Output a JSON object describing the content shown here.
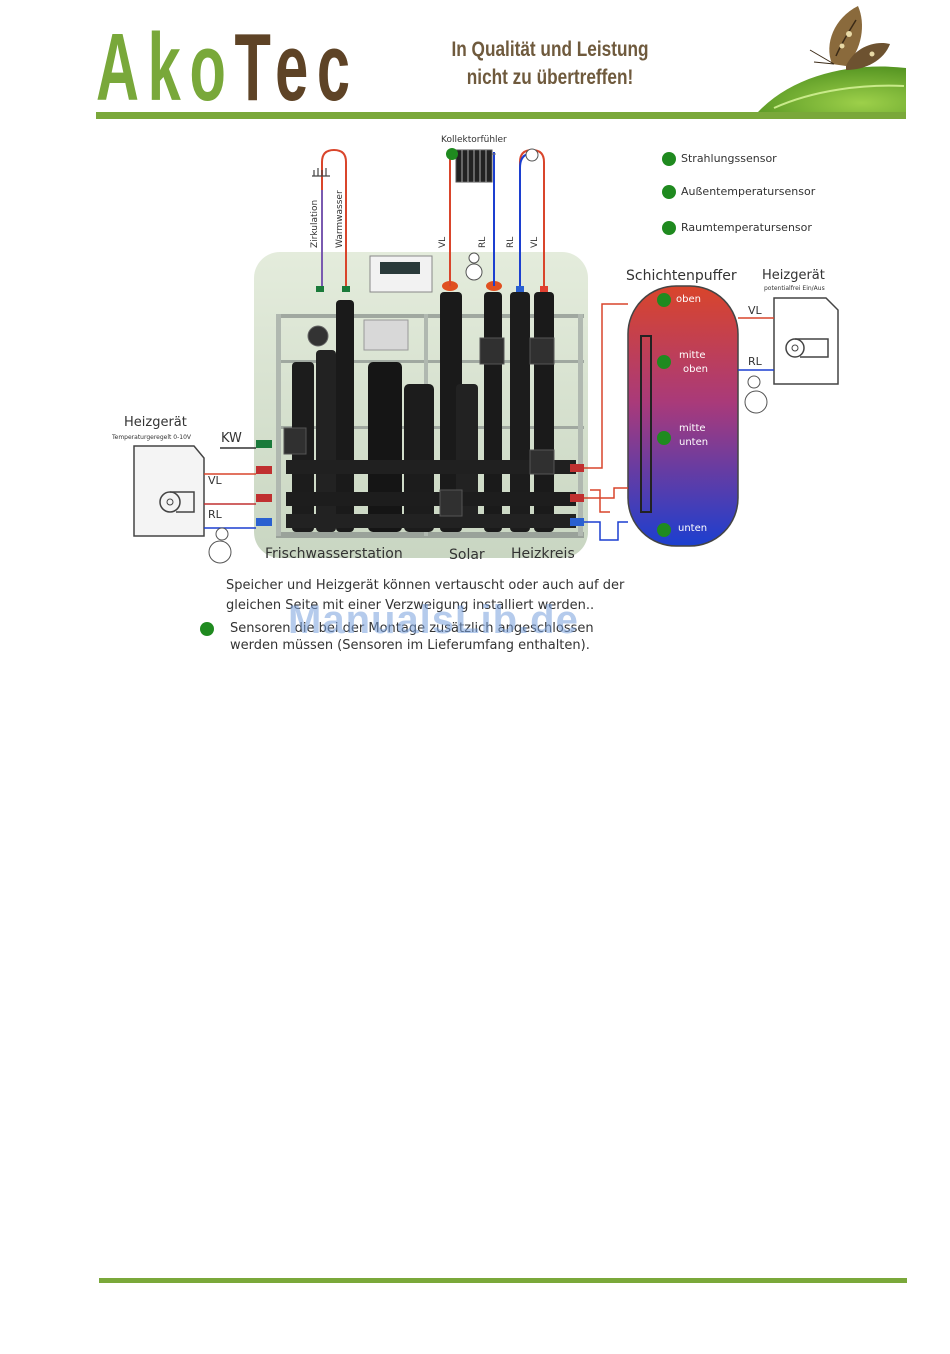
{
  "header": {
    "logo_part1": "Ako",
    "logo_part2": "Tec",
    "slogan_line1": "In Qualität und Leistung",
    "slogan_line2": "nicht zu übertreffen!"
  },
  "diagram": {
    "legend": [
      "Strahlungssensor",
      "Außentemperatursensor",
      "Raumtemperatursensor"
    ],
    "collector_label": "Kollektorfühler",
    "pipe_labels": {
      "zirkulation": "Zirkulation",
      "warmwasser": "Warmwasser",
      "vl_solar": "VL",
      "rl_solar": "RL",
      "rl_heiz": "RL",
      "vl_heiz": "VL"
    },
    "buffer": {
      "title": "Schichtenpuffer",
      "oben": "oben",
      "mitte_oben_1": "mitte",
      "mitte_oben_2": "oben",
      "mitte_unten_1": "mitte",
      "mitte_unten_2": "unten",
      "unten": "unten"
    },
    "heater_right": {
      "title": "Heizgerät",
      "subtitle": "potentialfrei Ein/Aus",
      "vl": "VL",
      "rl": "RL"
    },
    "heater_left": {
      "title": "Heizgerät",
      "subtitle": "Temperaturgeregelt 0-10V",
      "kw": "KW",
      "vl": "VL",
      "rl": "RL"
    },
    "stations": {
      "frischwasser": "Frischwasserstation",
      "solar": "Solar",
      "heizkreis": "Heizkreis"
    }
  },
  "notes": {
    "line1": "Speicher und Heizgerät können vertauscht oder auch auf der",
    "line2": "gleichen Seite mit einer Verzweigung installiert werden..",
    "sensor_line1": "Sensoren die bei der Montage zusätzlich angeschlossen",
    "sensor_line2": "werden müssen (Sensoren im Lieferumfang enthalten)."
  },
  "watermark": "ManualsLib.de",
  "colors": {
    "brand_green": "#7aa83a",
    "brand_brown": "#5e4326",
    "sensor_green": "#1f8a1f",
    "hot_red": "#d9452b",
    "cold_blue": "#1c3fd0"
  }
}
